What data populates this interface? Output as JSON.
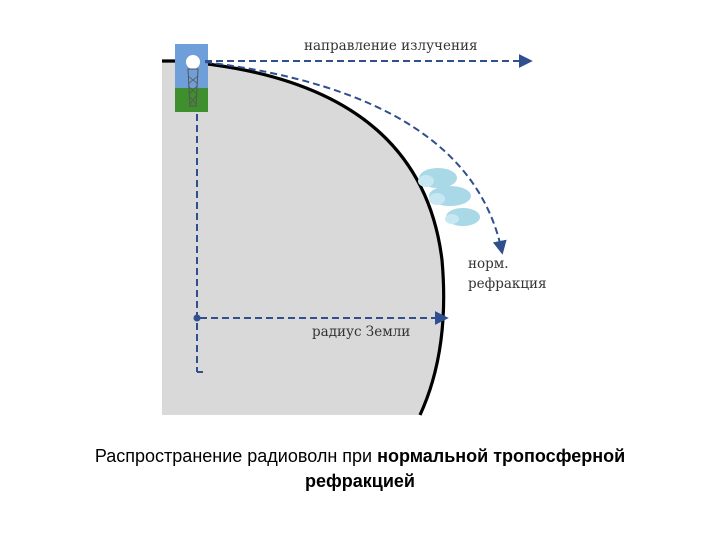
{
  "diagram": {
    "labels": {
      "emission_direction": "направление излучения",
      "normal_refraction_line1": "норм.",
      "normal_refraction_line2": "рефракция",
      "earth_radius": "радиус Земли"
    },
    "colors": {
      "earth_fill": "#d9d9d9",
      "earth_outline": "#000000",
      "dashed_lines": "#2f4f8f",
      "clouds": "#a9d8e6",
      "antenna_sky": "#6f9fd8",
      "antenna_ground": "#3f8f2f"
    },
    "icons": [
      "antenna-icon",
      "cloud-icon"
    ]
  },
  "caption": {
    "part_regular": "Распространение радиоволн при ",
    "part_bold": "нормальной тропосферной",
    "line2_bold": "рефракцией"
  }
}
